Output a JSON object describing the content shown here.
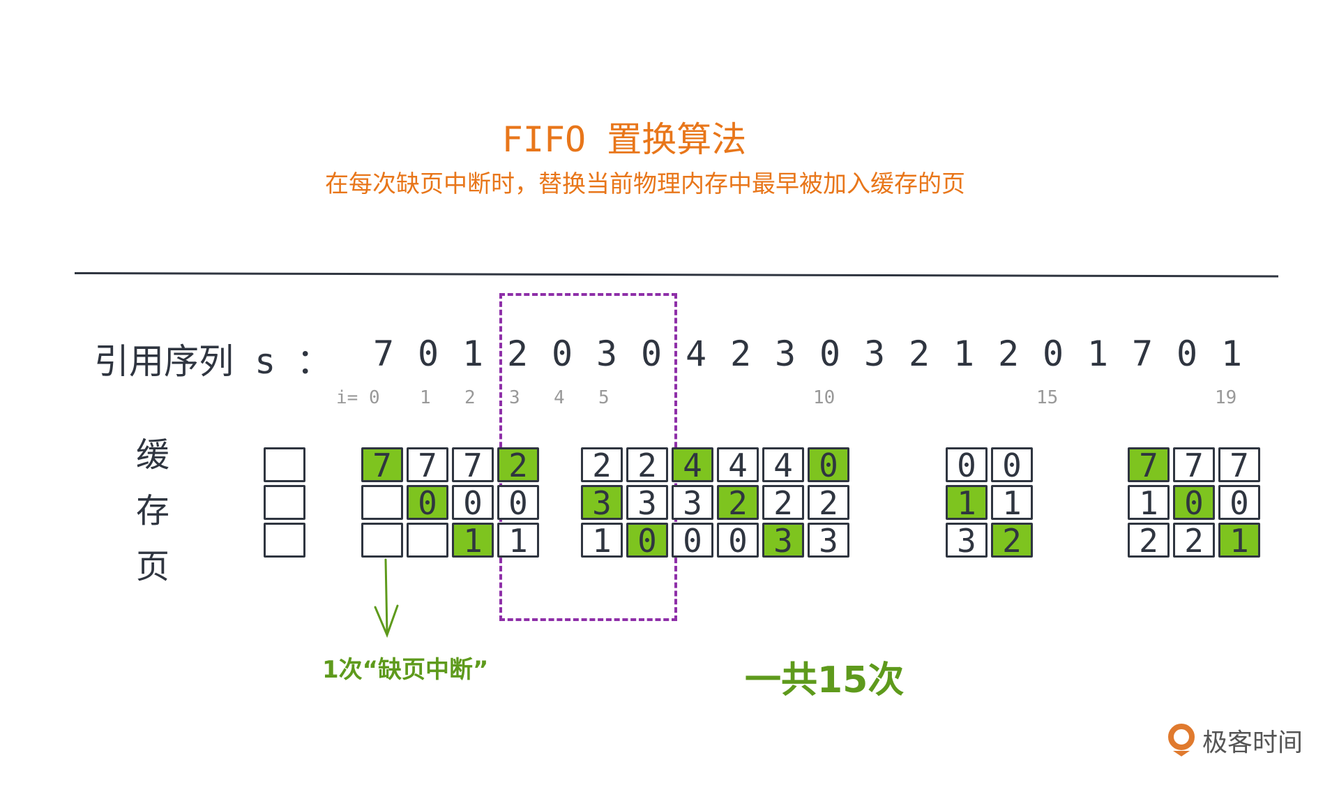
{
  "title": "FIFO 置换算法",
  "subtitle": "在每次缺页中断时，替换当前物理内存中最早被加入缓存的页",
  "sequence_label": "引用序列 s ：",
  "sequence": [
    "7",
    "0",
    "1",
    "2",
    "0",
    "3",
    "0",
    "4",
    "2",
    "3",
    "0",
    "3",
    "2",
    "1",
    "2",
    "0",
    "1",
    "7",
    "0",
    "1"
  ],
  "index_labels": [
    {
      "pos": 0,
      "text": "i= 0"
    },
    {
      "pos": 1,
      "text": "1"
    },
    {
      "pos": 2,
      "text": "2"
    },
    {
      "pos": 3,
      "text": "3"
    },
    {
      "pos": 4,
      "text": "4"
    },
    {
      "pos": 5,
      "text": "5"
    },
    {
      "pos": 10,
      "text": "10"
    },
    {
      "pos": 15,
      "text": "15"
    },
    {
      "pos": 19,
      "text": "19"
    }
  ],
  "cache_label": [
    "缓",
    "存",
    "页"
  ],
  "groups": [
    {
      "columns": [
        {
          "values": [
            "",
            "",
            ""
          ],
          "hit": -1
        }
      ]
    },
    {
      "columns": [
        {
          "values": [
            "7",
            "",
            ""
          ],
          "hit": 0
        },
        {
          "values": [
            "7",
            "0",
            ""
          ],
          "hit": 1
        },
        {
          "values": [
            "7",
            "0",
            "1"
          ],
          "hit": 2
        },
        {
          "values": [
            "2",
            "0",
            "1"
          ],
          "hit": 0
        }
      ]
    },
    {
      "columns": [
        {
          "values": [
            "2",
            "3",
            "1"
          ],
          "hit": 1
        },
        {
          "values": [
            "2",
            "3",
            "0"
          ],
          "hit": 2
        },
        {
          "values": [
            "4",
            "3",
            "0"
          ],
          "hit": 0
        },
        {
          "values": [
            "4",
            "2",
            "0"
          ],
          "hit": 1
        },
        {
          "values": [
            "4",
            "2",
            "3"
          ],
          "hit": 2
        },
        {
          "values": [
            "0",
            "2",
            "3"
          ],
          "hit": 0
        }
      ]
    },
    {
      "columns": [
        {
          "values": [
            "0",
            "1",
            "3"
          ],
          "hit": 1
        },
        {
          "values": [
            "0",
            "1",
            "2"
          ],
          "hit": 2
        }
      ]
    },
    {
      "columns": [
        {
          "values": [
            "7",
            "1",
            "2"
          ],
          "hit": 0
        },
        {
          "values": [
            "7",
            "0",
            "2"
          ],
          "hit": 1
        },
        {
          "values": [
            "7",
            "0",
            "1"
          ],
          "hit": 2
        }
      ]
    }
  ],
  "annotation_fault": "1次“缺页中断”",
  "annotation_total": "一共15次",
  "logo_text": "极客时间",
  "colors": {
    "accent": "#e8761a",
    "hit": "#7ec41f",
    "dash": "#8e2fa8",
    "note": "#5e9a1c"
  }
}
